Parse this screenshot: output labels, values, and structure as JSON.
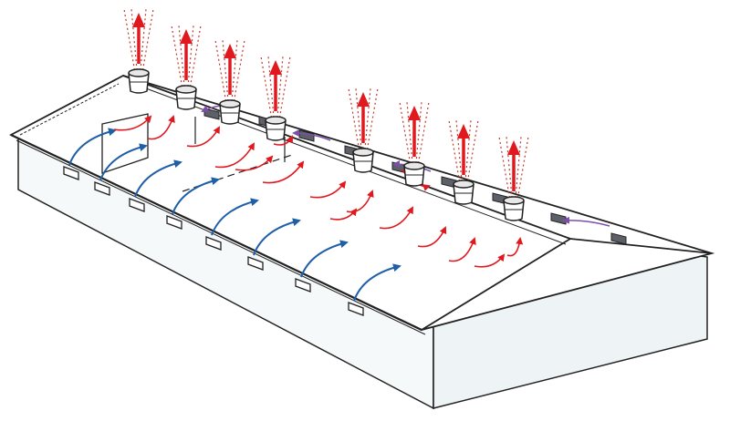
{
  "diagram": {
    "subject": "barn-ventilation",
    "colors": {
      "outline": "#222222",
      "wall_fill": "#f6f9fa",
      "wall_shade": "#eef3f5",
      "roof_fill": "#ffffff",
      "inlet_fill": "#ffffff",
      "roof_inlet_fill": "#5d6068",
      "exhaust_arrow": "#e0191f",
      "exhaust_plume": "#c0392b",
      "interior_airflow": "#e0191f",
      "side_intake_airflow": "#1f5fa8",
      "roof_intake_airflow": "#7b4fa8",
      "fan_fill": "#ffffff"
    },
    "counts": {
      "roof_exhaust_fans": 8,
      "side_wall_inlets": 8,
      "roof_inlets": 9,
      "side_intake_arrows": 8,
      "interior_arrows": 16,
      "roof_intake_arrows": 4
    },
    "icon_names": [
      "exhaust-fan-icon",
      "wall-inlet-icon",
      "roof-inlet-icon",
      "airflow-arrow-icon"
    ]
  }
}
